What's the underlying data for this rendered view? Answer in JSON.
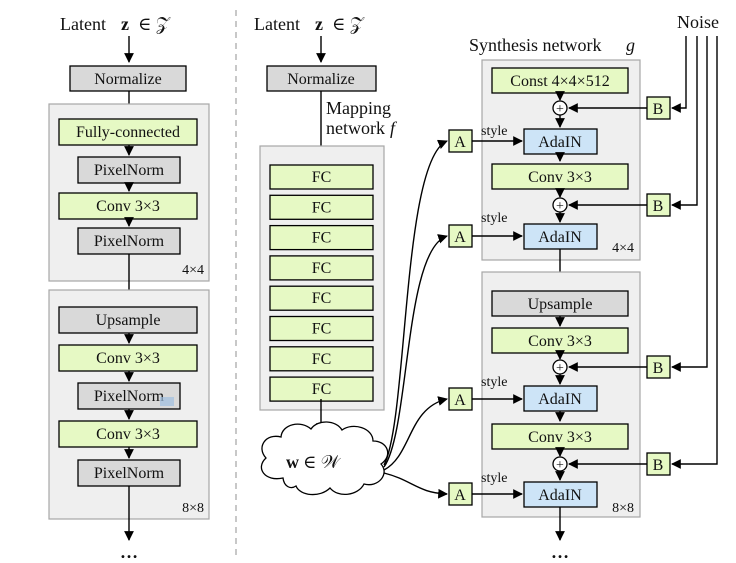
{
  "colors": {
    "gray_box": "#d9d9d9",
    "green_box": "#e6f9c4",
    "blue_box": "#cde4f7",
    "block_bg": "#efefef",
    "block_border": "#a6a6a6",
    "divider": "#aaaaaa"
  },
  "left": {
    "latent_label": "Latent",
    "normalize": "Normalize",
    "block1": {
      "items": [
        "Fully-connected",
        "PixelNorm",
        "Conv 3×3",
        "PixelNorm"
      ],
      "resolution": "4×4"
    },
    "block2": {
      "items": [
        "Upsample",
        "Conv 3×3",
        "PixelNorm",
        "Conv 3×3",
        "PixelNorm"
      ],
      "resolution": "8×8"
    },
    "ellipsis": "…"
  },
  "right": {
    "latent_label": "Latent",
    "normalize": "Normalize",
    "mapping_label_1": "Mapping",
    "mapping_label_2": "network",
    "mapping_f": "f",
    "fc_items": [
      "FC",
      "FC",
      "FC",
      "FC",
      "FC",
      "FC",
      "FC",
      "FC"
    ],
    "w_label": "w ∈ 𝒲",
    "synthesis_label": "Synthesis network",
    "synthesis_g": "g",
    "noise_label": "Noise",
    "block1": {
      "const": "Const 4×4×512",
      "adain_1": "AdaIN",
      "conv": "Conv 3×3",
      "adain_2": "AdaIN",
      "resolution": "4×4"
    },
    "block2": {
      "upsample": "Upsample",
      "conv_1": "Conv 3×3",
      "adain_1": "AdaIN",
      "conv_2": "Conv 3×3",
      "adain_2": "AdaIN",
      "resolution": "8×8"
    },
    "a_label": "A",
    "b_label": "B",
    "style_label": "style",
    "plus": "+",
    "ellipsis": "…"
  }
}
